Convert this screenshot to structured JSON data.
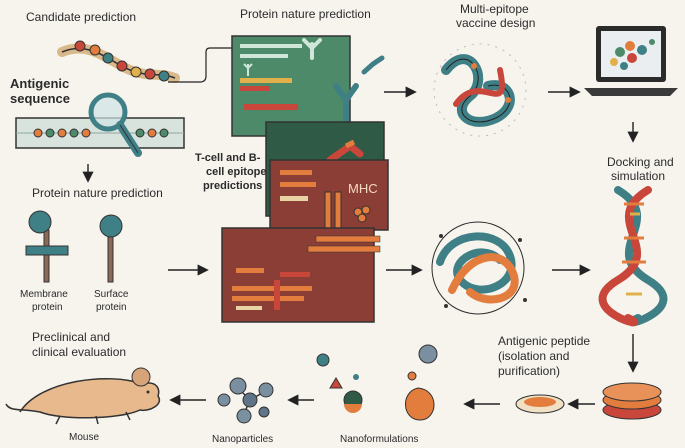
{
  "labels": {
    "candidate_prediction": "Candidate prediction",
    "protein_nature_prediction_top": "Protein nature prediction",
    "multi_epitope_line1": "Multi-epitope",
    "multi_epitope_line2": "vaccine design",
    "antigenic_line1": "Antigenic",
    "antigenic_line2": "sequence",
    "tcell_line1": "T-cell and B-",
    "tcell_line2": "cell epitope",
    "tcell_line3": "predictions",
    "mhc": "MHC",
    "docking_line1": "Docking and",
    "docking_line2": "simulation",
    "protein_nature_prediction_left": "Protein nature prediction",
    "membrane_line1": "Membrane",
    "membrane_line2": "protein",
    "surface_line1": "Surface",
    "surface_line2": "protein",
    "preclinical_line1": "Preclinical and",
    "preclinical_line2": "clinical evaluation",
    "antigenic_peptide_line1": "Antigenic peptide",
    "antigenic_peptide_line2": "(isolation and",
    "antigenic_peptide_line3": "purification)",
    "mouse": "Mouse",
    "nanoparticles": "Nanoparticles",
    "nanoformulations": "Nanoformulations"
  },
  "colors": {
    "background": "#f7f4ee",
    "teal": "#3f7f86",
    "green_panel": "#4d8a69",
    "dark_green_panel": "#2f5a45",
    "red_panel": "#8a3e36",
    "orange": "#e27d3e",
    "outline": "#2b2b2b"
  }
}
